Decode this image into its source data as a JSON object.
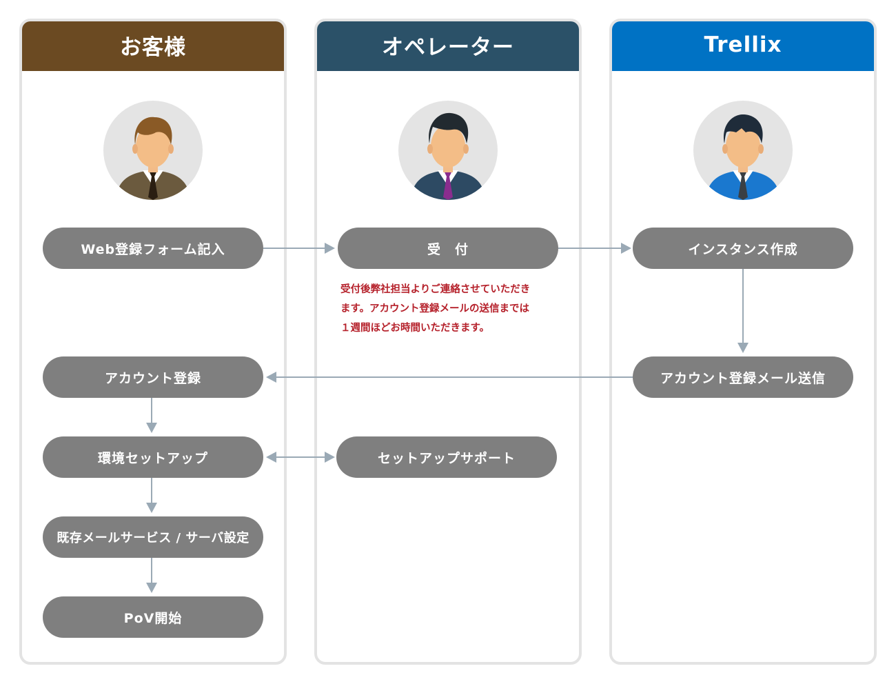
{
  "lanes": {
    "customer": {
      "title": "お客様",
      "color": "#6b4a22"
    },
    "operator": {
      "title": "オペレーター",
      "color": "#2b5168"
    },
    "trellix": {
      "title": "Trellix",
      "color": "#0072c4"
    }
  },
  "steps": {
    "web_form": "Web登録フォーム記入",
    "reception": "受　付",
    "instance": "インスタンス作成",
    "account_register": "アカウント登録",
    "account_mail": "アカウント登録メール送信",
    "env_setup": "環境セットアップ",
    "setup_support": "セットアップサポート",
    "mail_service": "既存メールサービス / サーバ設定",
    "pov_start": "PoV開始"
  },
  "note": {
    "lines": [
      "受付後弊社担当よりご連絡させていただき",
      "ます。アカウント登録メールの送信までは",
      "１週間ほどお時間いただきます。"
    ]
  },
  "colors": {
    "step_bg": "#7f7f7f",
    "arrow": "#9aa9b5",
    "note_text": "#b5202a",
    "lane_border": "#e3e3e3"
  },
  "icons": {
    "customer_avatar": "businessman-brown-suit-icon",
    "operator_avatar": "businessman-navy-suit-icon",
    "trellix_avatar": "businessman-blue-suit-icon"
  }
}
